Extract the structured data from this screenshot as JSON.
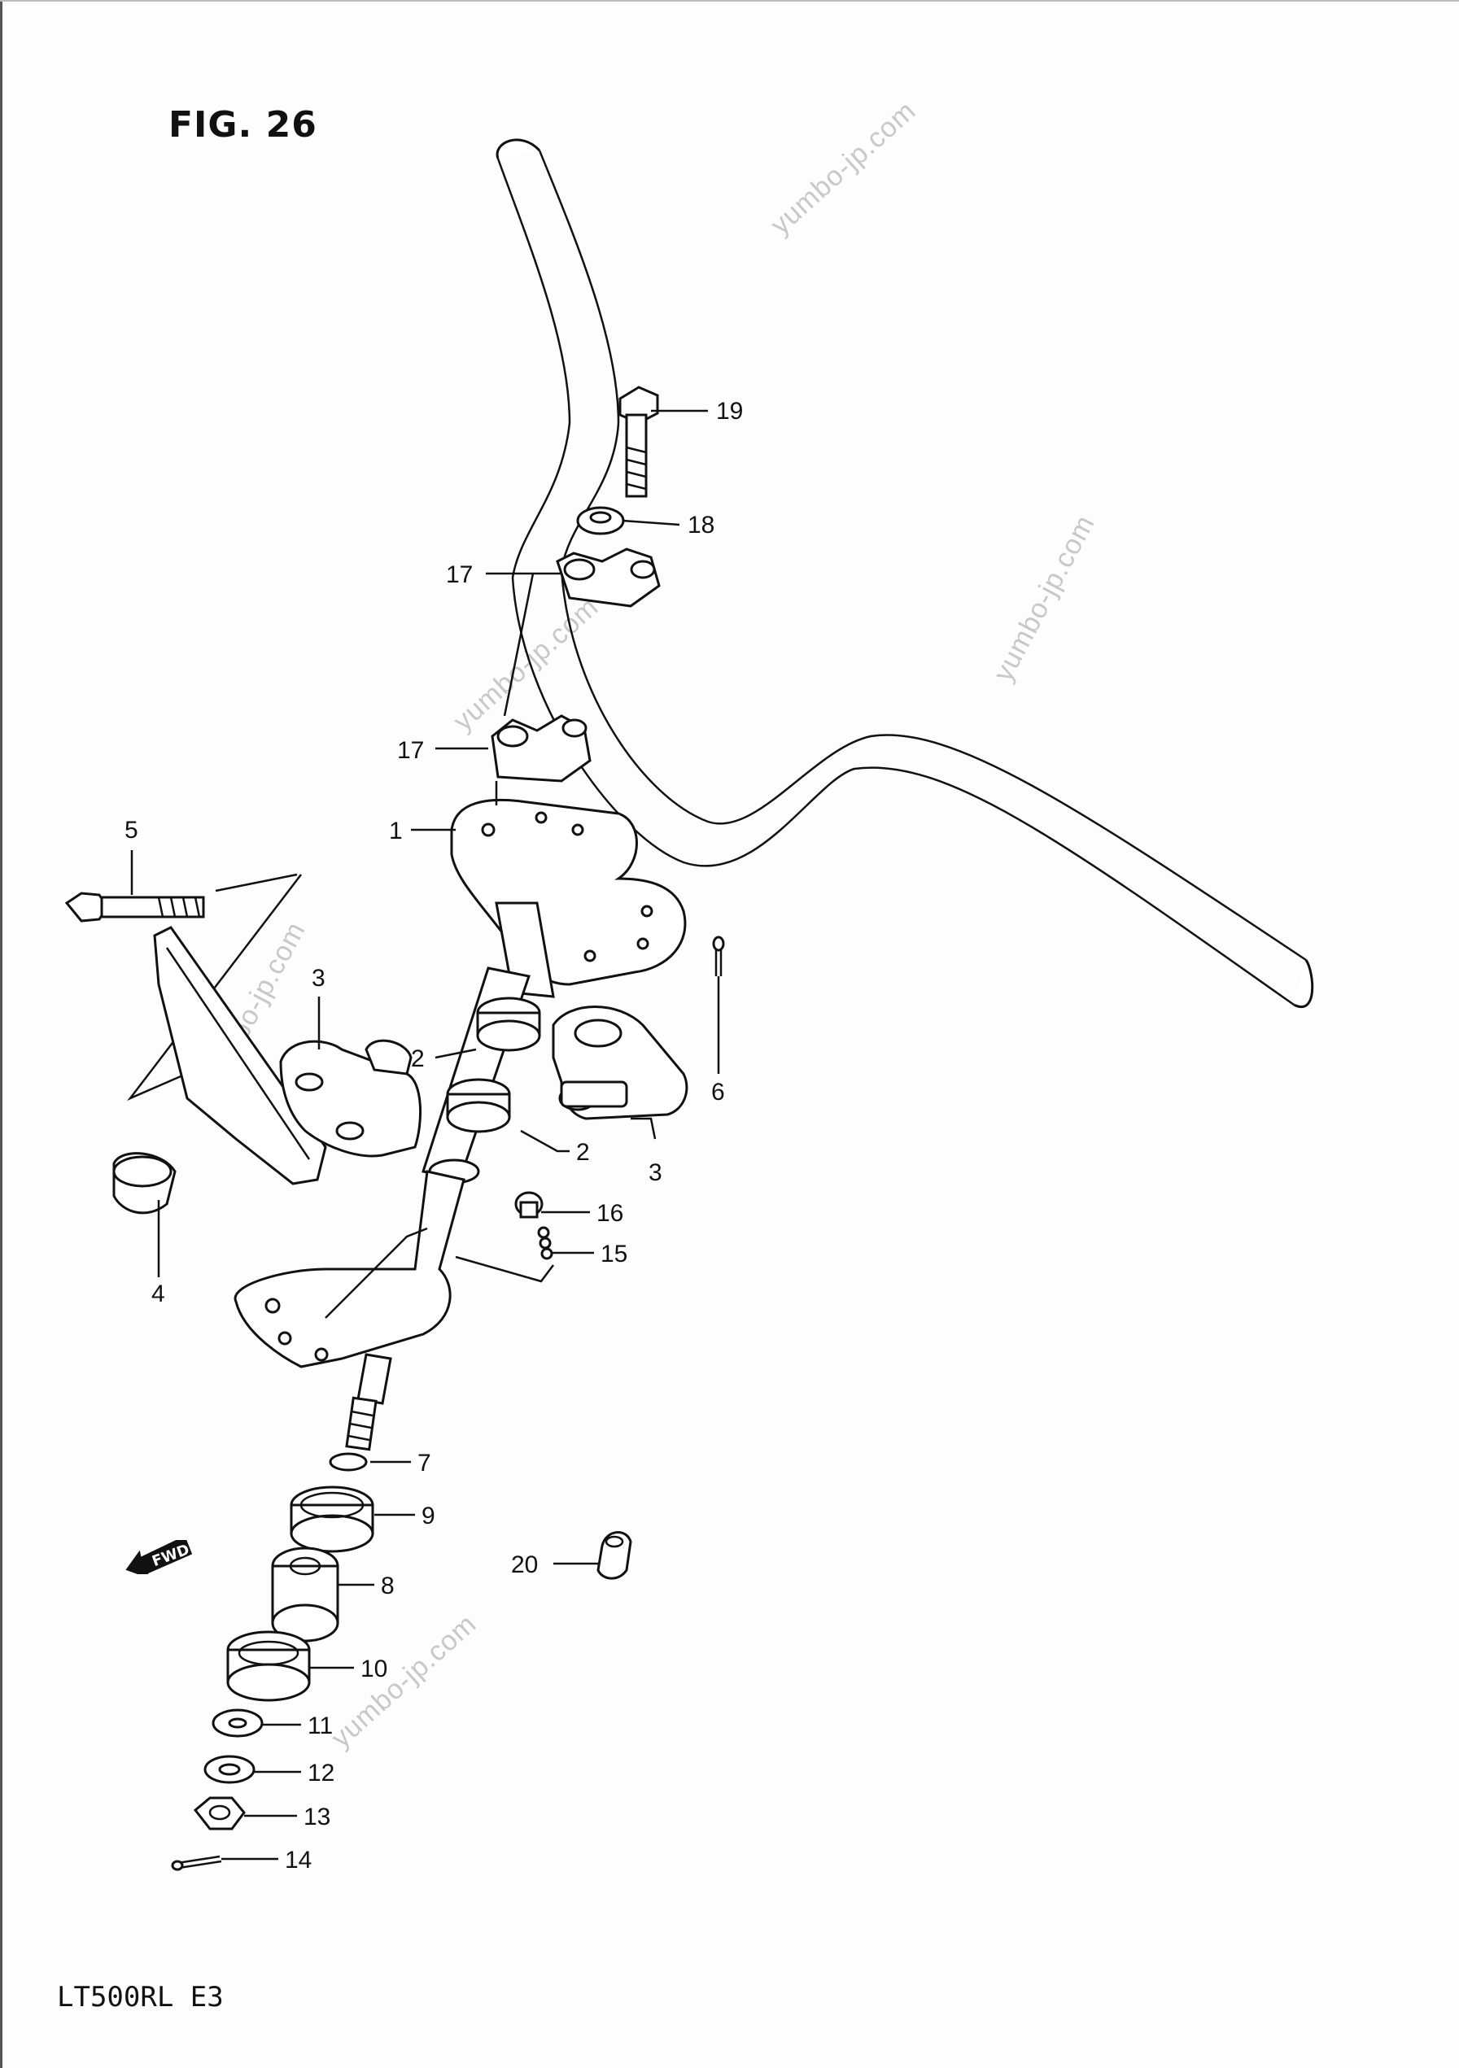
{
  "figure": {
    "title": "FIG. 26",
    "model": "LT500RL  E3",
    "fwd_badge": "FWD"
  },
  "watermark": {
    "text": "yumbo-jp.com"
  },
  "callouts": [
    {
      "id": "c19",
      "label": "19"
    },
    {
      "id": "c18",
      "label": "18"
    },
    {
      "id": "c17a",
      "label": "17"
    },
    {
      "id": "c17b",
      "label": "17"
    },
    {
      "id": "c1",
      "label": "1"
    },
    {
      "id": "c5",
      "label": "5"
    },
    {
      "id": "c3a",
      "label": "3"
    },
    {
      "id": "c2a",
      "label": "2"
    },
    {
      "id": "c2b",
      "label": "2"
    },
    {
      "id": "c3b",
      "label": "3"
    },
    {
      "id": "c6",
      "label": "6"
    },
    {
      "id": "c4",
      "label": "4"
    },
    {
      "id": "c16",
      "label": "16"
    },
    {
      "id": "c15",
      "label": "15"
    },
    {
      "id": "c7",
      "label": "7"
    },
    {
      "id": "c9",
      "label": "9"
    },
    {
      "id": "c20",
      "label": "20"
    },
    {
      "id": "c8",
      "label": "8"
    },
    {
      "id": "c10",
      "label": "10"
    },
    {
      "id": "c11",
      "label": "11"
    },
    {
      "id": "c12",
      "label": "12"
    },
    {
      "id": "c13",
      "label": "13"
    },
    {
      "id": "c14",
      "label": "14"
    }
  ]
}
